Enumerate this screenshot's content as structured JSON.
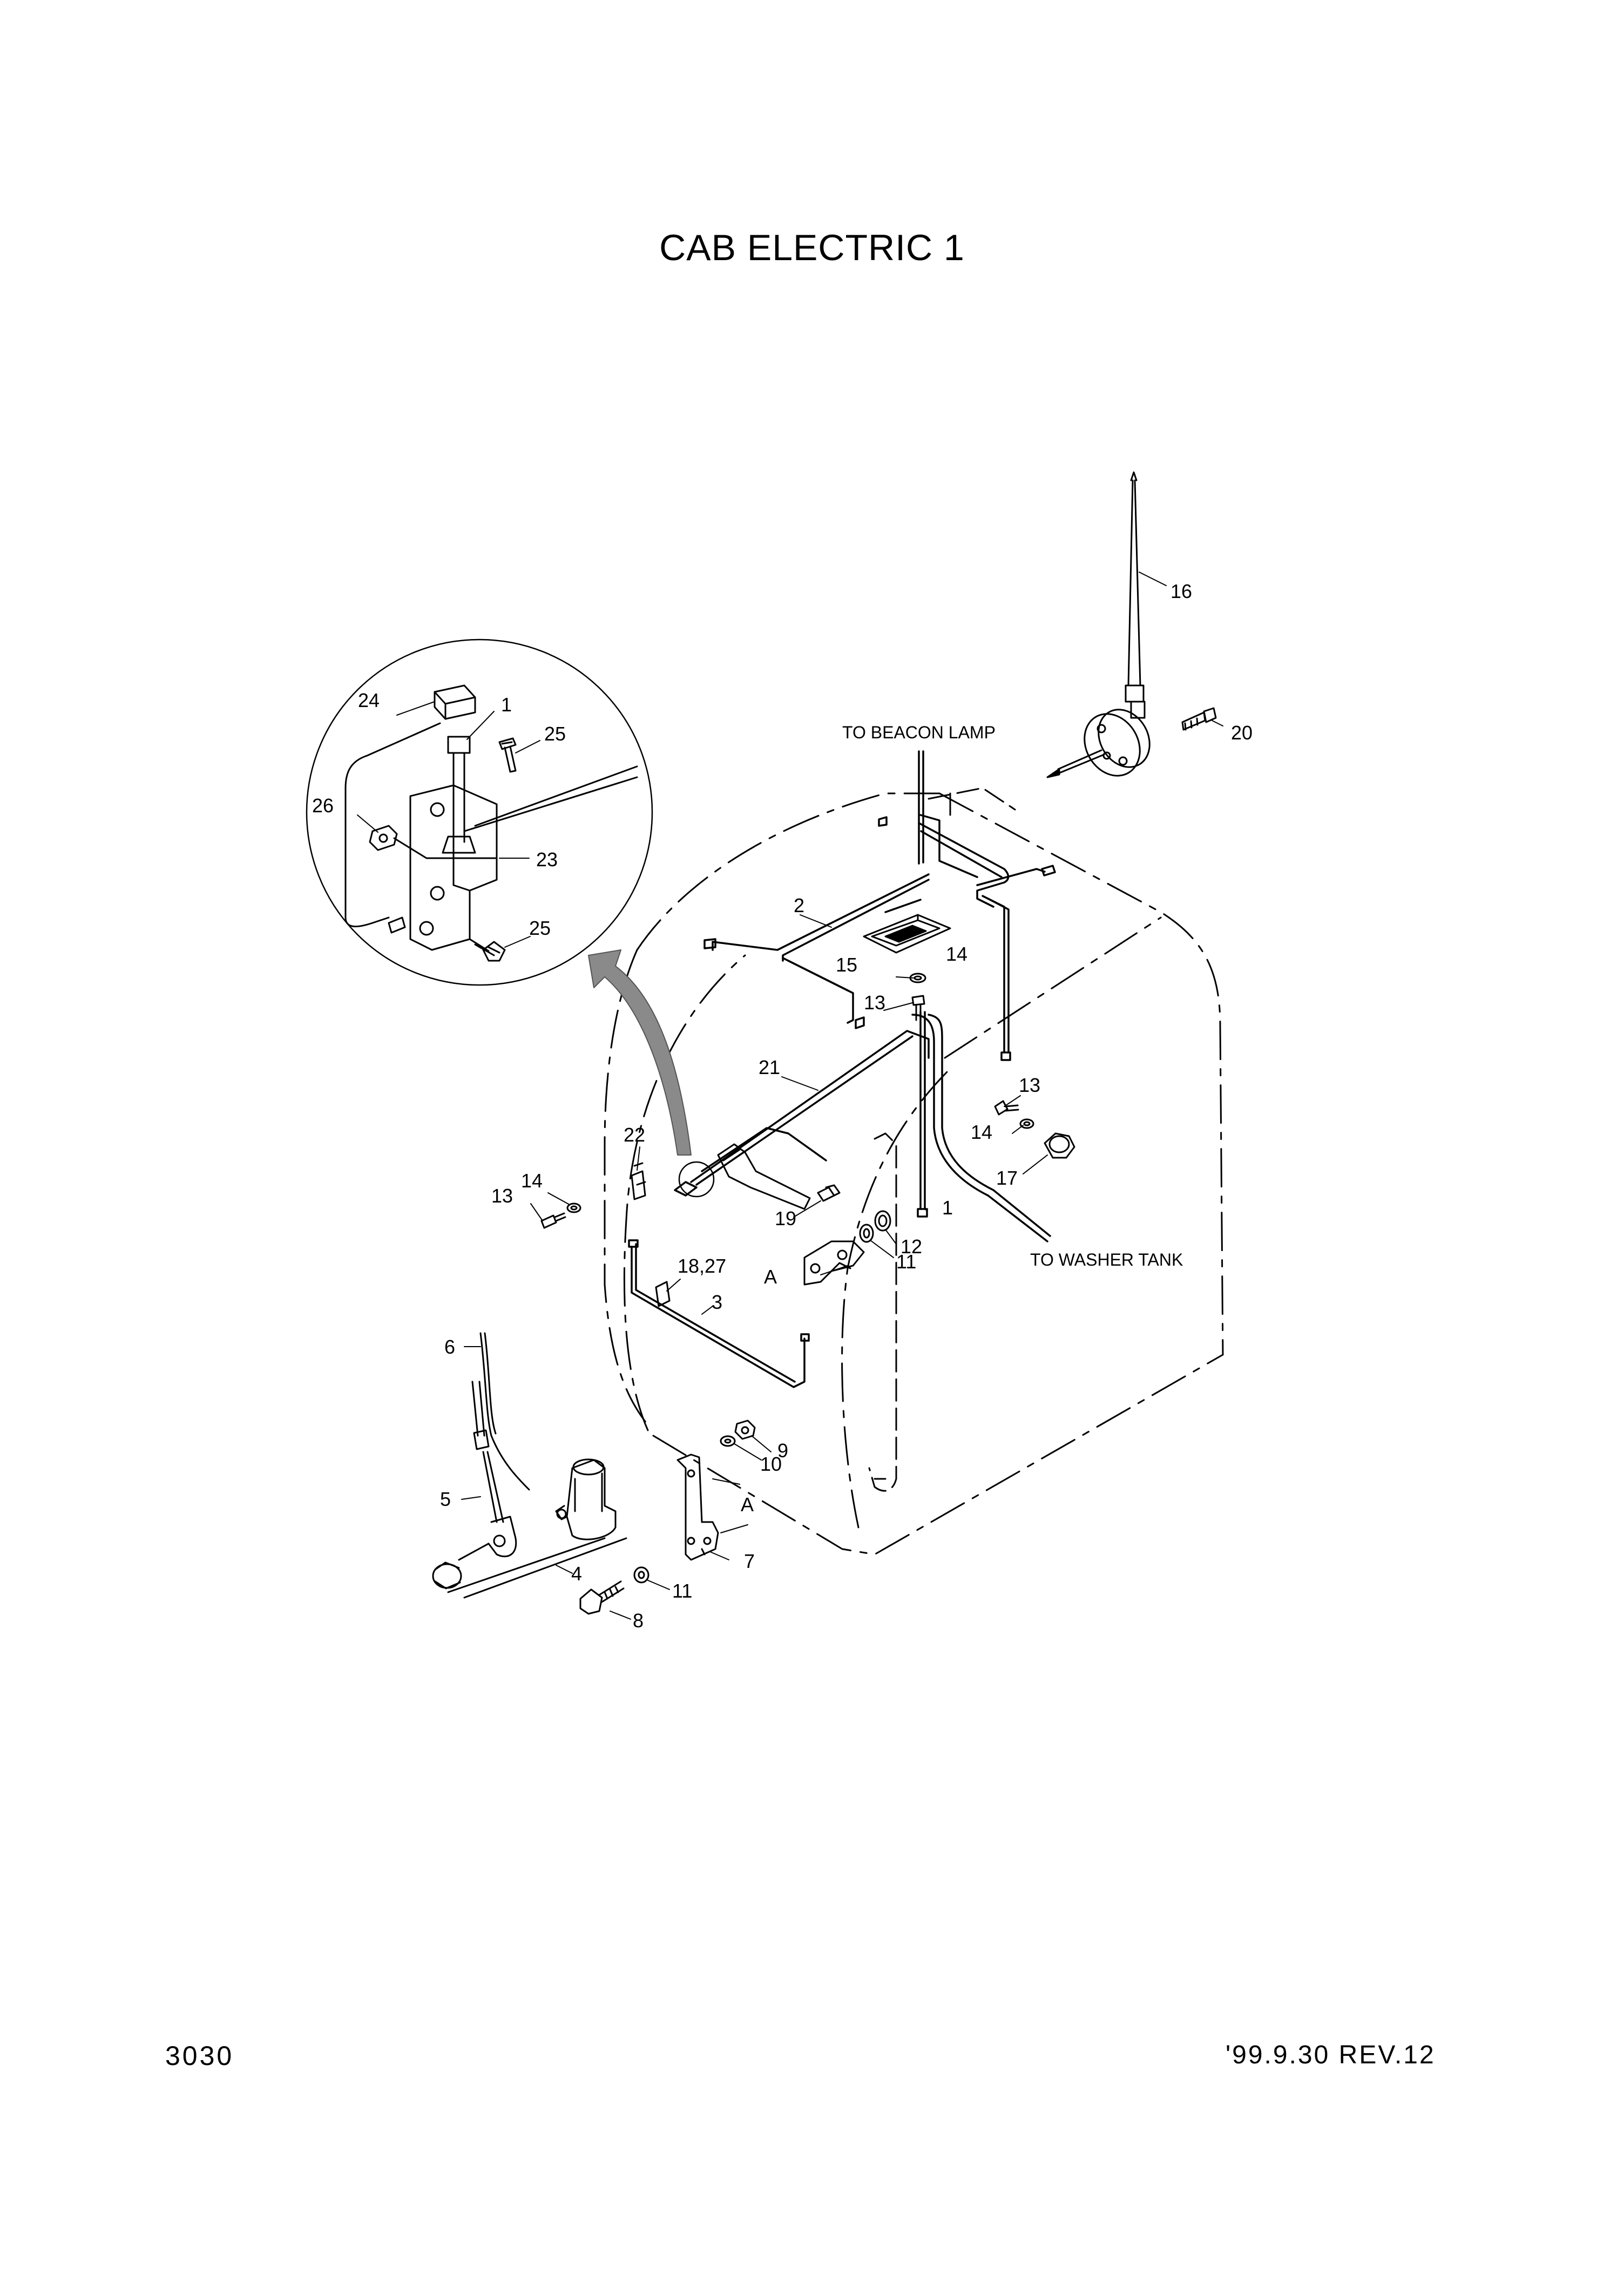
{
  "title": "CAB ELECTRIC 1",
  "page_number": "3030",
  "revision": "'99.9.30 REV.12",
  "annotations": {
    "beacon": "TO BEACON LAMP",
    "washer": "TO WASHER TANK"
  },
  "callouts": {
    "c1_detail": "1",
    "c1": "1",
    "c2": "2",
    "c3": "3",
    "c4": "4",
    "c5": "5",
    "c6": "6",
    "c7": "7",
    "c8": "8",
    "c9": "9",
    "c10": "10",
    "c11a": "11",
    "c11b": "11",
    "c12": "12",
    "c13a": "13",
    "c13b": "13",
    "c13c": "13",
    "c14a": "14",
    "c14b": "14",
    "c14c": "14",
    "c15": "15",
    "c16": "16",
    "c17": "17",
    "c18_27": "18,27",
    "c19": "19",
    "c20": "20",
    "c21": "21",
    "c22": "22",
    "c23": "23",
    "c24": "24",
    "c25a": "25",
    "c25b": "25",
    "c26": "26",
    "view_a1": "A",
    "view_a2": "A"
  }
}
